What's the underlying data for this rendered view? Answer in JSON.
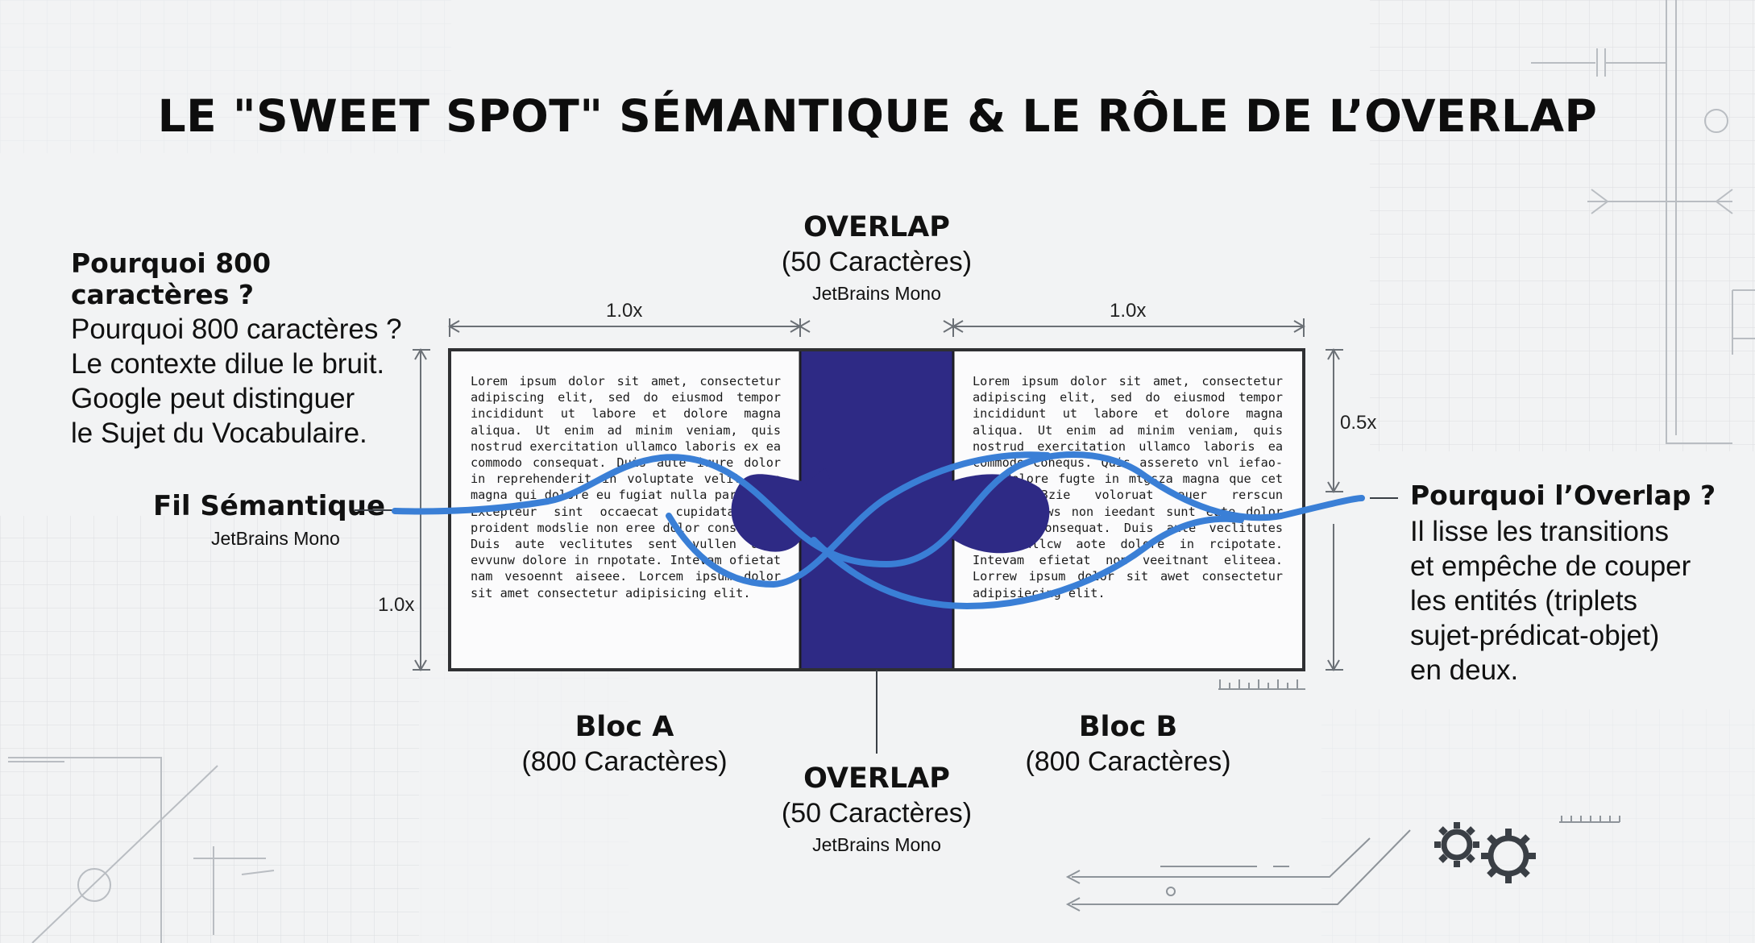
{
  "title": "LE \"SWEET SPOT\" SÉMANTIQUE & LE RÔLE DE L’OVERLAP",
  "overlap_top": {
    "label": "OVERLAP",
    "count": "(50 Caractères)",
    "font": "JetBrains Mono"
  },
  "overlap_bottom": {
    "label": "OVERLAP",
    "count": "(50 Caractères)",
    "font": "JetBrains Mono"
  },
  "dimensions": {
    "left_width": "1.0x",
    "right_width": "1.0x",
    "right_height": "0.5x",
    "left_height": "1.0x"
  },
  "why800": {
    "heading": "Pourquoi 800 caractères ?",
    "lines": [
      "Pourquoi 800 caractères ?",
      "Le contexte dilue le bruit.",
      "Google peut distinguer",
      "le Sujet du Vocabulaire."
    ]
  },
  "semantic_thread": {
    "label": "Fil Sémantique",
    "font": "JetBrains Mono"
  },
  "why_overlap": {
    "heading": "Pourquoi l’Overlap ?",
    "lines": [
      "Il lisse les transitions",
      "et empêche de couper",
      "les entités (triplets",
      "sujet-prédicat-objet)",
      "en deux."
    ]
  },
  "block_a": {
    "label": "Bloc A",
    "count": "(800 Caractères)",
    "text": "Lorem ipsum dolor sit amet, consectetur adipiscing elit, sed do eiusmod tempor incididunt ut labore et dolore magna aliqua. Ut enim ad minim veniam, quis nostrud exercitation ullamco laboris ex ea commodo consequat. Duis aute irure dolor in reprehenderit in voluptate velit esse magna qui dolore eu fugiat nulla pariatur. Excepteur sint occaecat cupidatat non proident modslie non eree dolor consequat. Duis aute veclitutes sent vullen aute evvunw dolore in rnpotate. Intevam ofietat nam vesoennt aiseee. Lorcem ipsum dolor sit amet consectetur adipisicing elit."
  },
  "block_b": {
    "label": "Bloc B",
    "count": "(800 Caractères)",
    "text": "Lorem ipsum dolor sit amet, consectetur adipiscing elit, sed do eiusmod tempor incididunt ut labore et dolore magna aliqua. Ut enim ad minim veniam, quis nostrud exercitation ullamco laboris ea commodo conequs. Quis assereto vnl iefao-ese dolore fugte in mtgsza magna que cet eune or3zie voloruat auer rerscun valortlaesws non ieedant sunt eute dolor commodo consequat. Duis aute veclitutes sent onllcw aote dolore in rcipotate. Intevam efietat non veeitnant eliteea. Lorrew ipsum dolor sit awet consectetur adipisiecing elit."
  },
  "colors": {
    "overlap": "#2e2a85",
    "thread": "#3a7fd6",
    "frame": "#2f3033",
    "grid": "#d4d7da"
  }
}
